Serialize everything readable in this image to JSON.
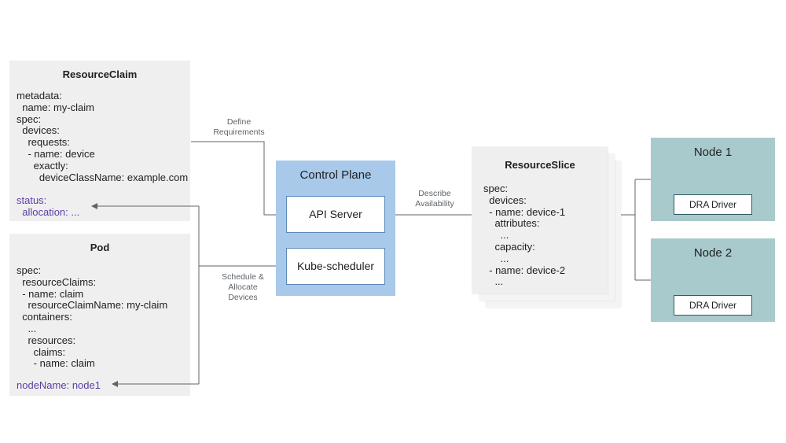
{
  "resource_claim": {
    "title": "ResourceClaim",
    "lines": [
      "metadata:",
      "  name: my-claim",
      "spec:",
      "  devices:",
      "    requests:",
      "    - name: device",
      "      exactly:",
      "        deviceClassName: example.com"
    ],
    "status_lines": [
      "status:",
      "  allocation: ..."
    ]
  },
  "pod": {
    "title": "Pod",
    "lines": [
      "spec:",
      "  resourceClaims:",
      "  - name: claim",
      "    resourceClaimName: my-claim",
      "  containers:",
      "    ...",
      "    resources:",
      "      claims:",
      "      - name: claim"
    ],
    "node_name_line": "nodeName: node1"
  },
  "edge_labels": {
    "define": [
      "Define",
      "Requirements"
    ],
    "schedule": [
      "Schedule &",
      "Allocate",
      "Devices"
    ],
    "describe": [
      "Describe",
      "Availability"
    ]
  },
  "control_plane": {
    "title": "Control Plane",
    "api_server": "API Server",
    "scheduler": "Kube-scheduler"
  },
  "resource_slice": {
    "title": "ResourceSlice",
    "lines": [
      "spec:",
      "  devices:",
      "  - name: device-1",
      "    attributes:",
      "      ...",
      "    capacity:",
      "      ...",
      "  - name: device-2",
      "    ..."
    ]
  },
  "nodes": [
    {
      "title": "Node 1",
      "driver": "DRA Driver"
    },
    {
      "title": "Node 2",
      "driver": "DRA Driver"
    }
  ],
  "colors": {
    "panel": "#efefef",
    "control_plane": "#a9c9ea",
    "node": "#a8cacc",
    "status_text": "#5b3fa6",
    "connector": "#5f6368"
  }
}
